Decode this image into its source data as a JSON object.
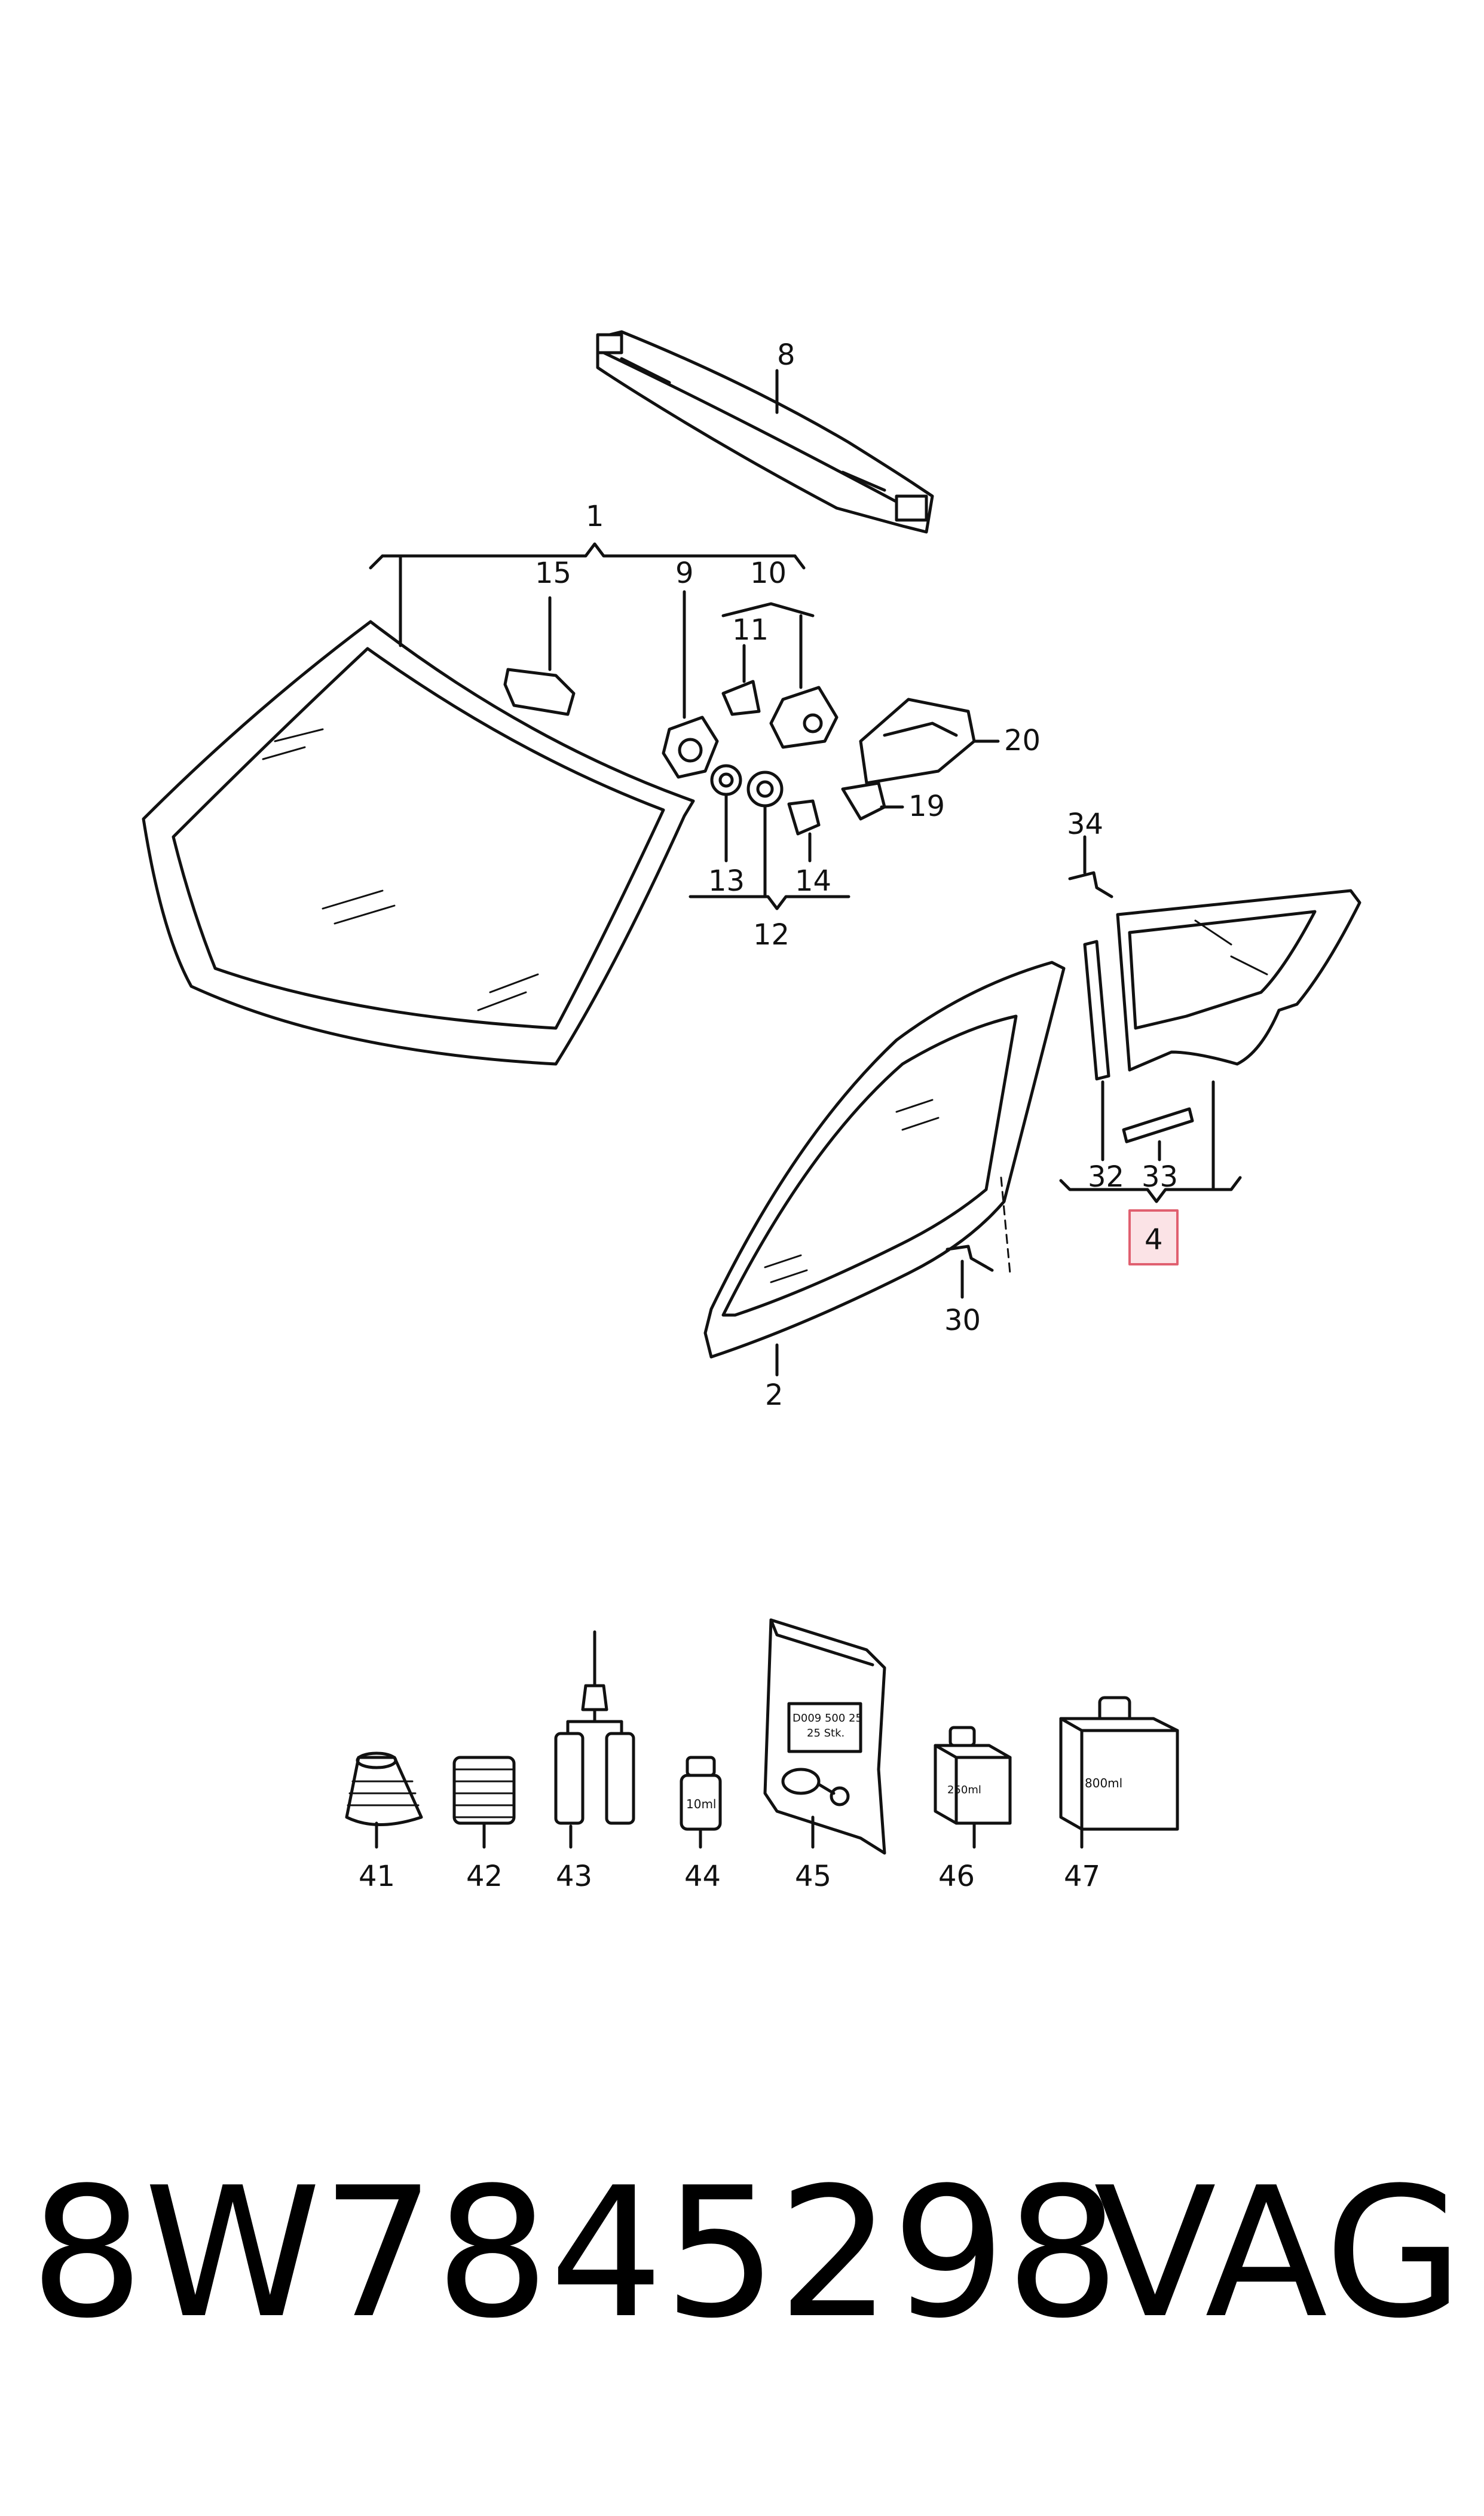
{
  "callouts": {
    "c1": "1",
    "c2": "2",
    "c4": "4",
    "c8": "8",
    "c9": "9",
    "c10": "10",
    "c11": "11",
    "c12": "12",
    "c13": "13",
    "c14": "14",
    "c15": "15",
    "c19": "19",
    "c20": "20",
    "c30": "30",
    "c32": "32",
    "c33": "33",
    "c34": "34",
    "c41": "41",
    "c42": "42",
    "c43": "43",
    "c44": "44",
    "c45": "45",
    "c46": "46",
    "c47": "47"
  },
  "product_labels": {
    "vial_44": "10ml",
    "bag_45_line1": "D009 500 25",
    "bag_45_line2": "25 Stk.",
    "bottle_46": "250ml",
    "bottle_47": "800ml"
  },
  "footer": {
    "part_number": "8W7845298",
    "brand": "VAG"
  },
  "colors": {
    "line": "#111111",
    "highlight_border": "#e06070",
    "highlight_fill": "#fbe3e6"
  }
}
